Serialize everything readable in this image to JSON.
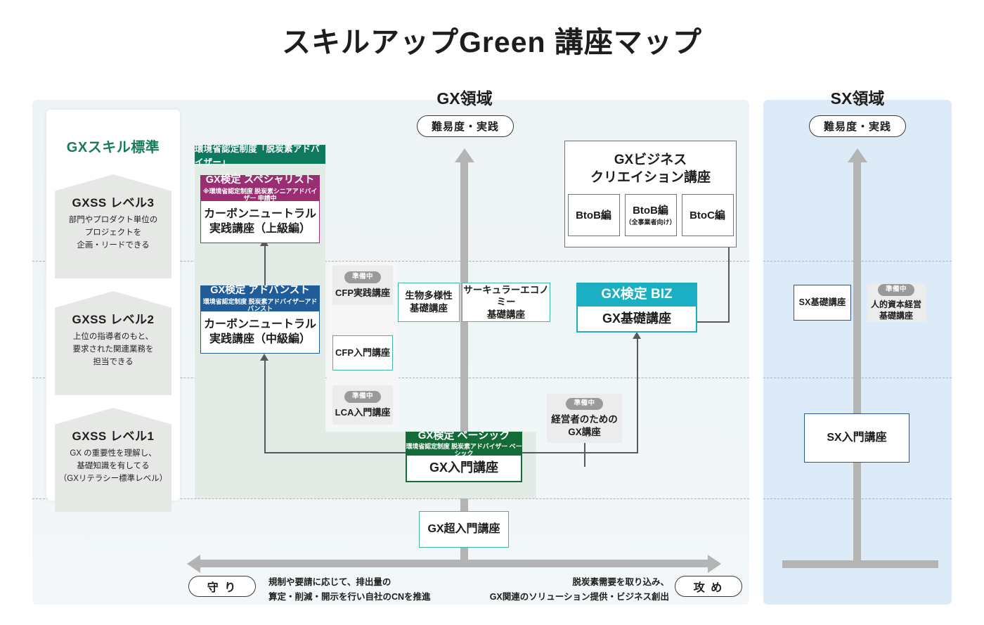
{
  "title": "スキルアップGreen 講座マップ",
  "domains": {
    "gx": {
      "heading": "GX領域",
      "axis_label": "難易度・実践"
    },
    "sx": {
      "heading": "SX領域",
      "axis_label": "難易度・実践"
    }
  },
  "skill_standard": {
    "title": "GXスキル標準",
    "levels": [
      {
        "level": "GXSS レベル3",
        "desc": "部門やプロダクト単位の\nプロジェクトを\n企画・リードできる"
      },
      {
        "level": "GXSS レベル2",
        "desc": "上位の指導者のもと、\n要求された関連業務を\n担当できる"
      },
      {
        "level": "GXSS レベル1",
        "desc": "GX の重要性を理解し、\n基礎知識を有してる\n（GXリテラシー標準レベル）"
      }
    ]
  },
  "ribbon": {
    "label": "環境省認定制度「脱炭素アドバイザー」"
  },
  "certs": {
    "specialist": {
      "header": "GX検定 スペシャリスト",
      "header_sub": "※環境省認定制度 脱炭素シニアアドバイザー 申請中",
      "body": "カーボンニュートラル\n実践講座（上級編）",
      "color": "#9B2D72"
    },
    "advanced": {
      "header": "GX検定 アドバンスト",
      "header_sub": "環境省認定制度 脱炭素アドバイザーアドバンスト",
      "body": "カーボンニュートラル\n実践講座（中級編）",
      "color": "#1F5C99"
    },
    "biz": {
      "header": "GX検定 BIZ",
      "header_sub": "",
      "body": "GX基礎講座",
      "color": "#1BAFC4"
    },
    "basic": {
      "header": "GX検定 ベーシック",
      "header_sub": "環境省認定制度 脱炭素アドバイザー ベーシック",
      "body": "GX入門講座",
      "color": "#136B38"
    }
  },
  "courses": {
    "cfp_practice": {
      "label": "CFP実践講座",
      "tag": "準備中"
    },
    "cfp_intro": {
      "label": "CFP入門講座"
    },
    "lca_intro": {
      "label": "LCA入門講座",
      "tag": "準備中"
    },
    "biodiversity": {
      "label": "生物多様性\n基礎講座"
    },
    "circular": {
      "label": "サーキュラーエコノミー\n基礎講座"
    },
    "exec_gx": {
      "label": "経営者のための\nGX講座",
      "tag": "準備中"
    },
    "gx_super_intro": {
      "label": "GX超入門講座"
    },
    "sx_basic": {
      "label": "SX基礎講座"
    },
    "human_capital": {
      "label": "人的資本経営\n基礎講座",
      "tag": "準備中"
    },
    "sx_intro": {
      "label": "SX入門講座"
    }
  },
  "gx_business": {
    "title": "GXビジネス\nクリエイション講座",
    "items": [
      {
        "label": "BtoB編",
        "sub": ""
      },
      {
        "label": "BtoB編",
        "sub": "（全事業者向け）"
      },
      {
        "label": "BtoC編",
        "sub": ""
      }
    ]
  },
  "axis": {
    "left_pill": "守 り",
    "right_pill": "攻 め",
    "left_caption": "規制や要請に応じて、排出量の\n算定・削減・開示を行い自社のCNを推進",
    "right_caption": "脱炭素需要を取り込み、\nGX関連のソリューション提供・ビジネス創出"
  },
  "colors": {
    "gx_panel": "#eef3f6",
    "sx_panel": "#dcebf7",
    "teal": "#3fb7a4",
    "green": "#136B38",
    "magenta": "#9B2D72",
    "navy": "#1F5C99",
    "cyan": "#1BAFC4",
    "ribbon_green": "#0d7a5f",
    "arrow_gray": "#b4b4b4",
    "skill_title": "#1a7a5e"
  }
}
